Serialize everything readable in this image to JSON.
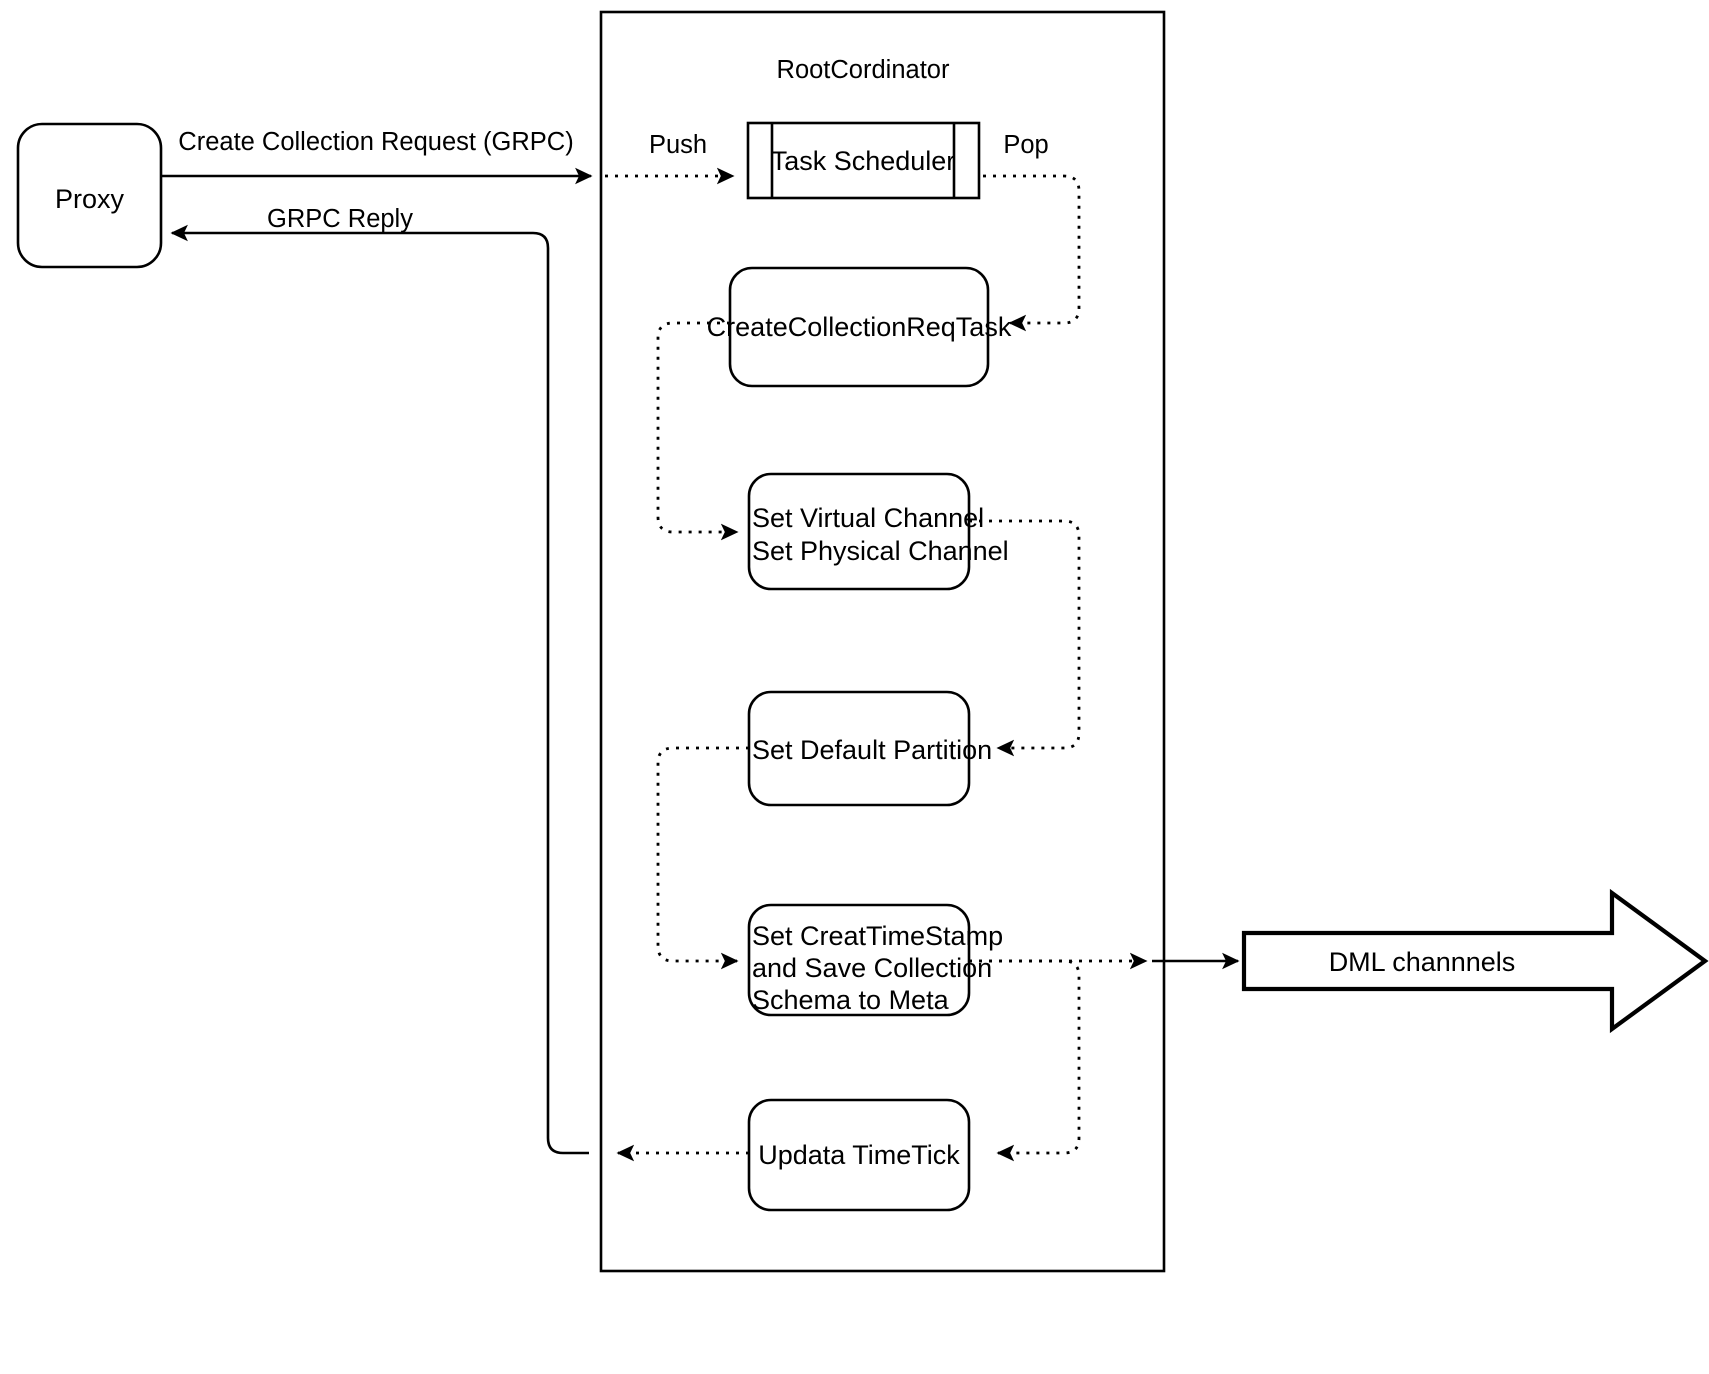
{
  "diagram": {
    "title": "RootCordinator",
    "external_nodes": [
      {
        "id": "proxy",
        "label": "Proxy",
        "shape": "rounded-rect"
      },
      {
        "id": "dml-channels",
        "label": "DML channnels",
        "shape": "right-arrow-callout"
      }
    ],
    "container": {
      "label": "RootCordinator",
      "shape": "rectangle"
    },
    "nodes": [
      {
        "id": "task-scheduler",
        "label": "Task Scheduler",
        "shape": "process-bars"
      },
      {
        "id": "create-collection-req-task",
        "label": "CreateCollectionReqTask",
        "shape": "rounded-rect"
      },
      {
        "id": "set-channels",
        "label_lines": [
          "Set Virtual Channel",
          "Set Physical Channel"
        ],
        "shape": "rounded-rect"
      },
      {
        "id": "set-default-partition",
        "label": "Set Default Partition",
        "shape": "rounded-rect"
      },
      {
        "id": "set-create-timestamp",
        "label_lines": [
          "Set CreatTimeStamp",
          "and Save Collection",
          "Schema to Meta"
        ],
        "shape": "rounded-rect"
      },
      {
        "id": "updata-timetick",
        "label": "Updata TimeTick",
        "shape": "rounded-rect"
      }
    ],
    "edges": [
      {
        "id": "proxy-to-rc",
        "label": "Create Collection Request (GRPC)",
        "style": "solid",
        "from": "proxy",
        "to": "container"
      },
      {
        "id": "rc-to-scheduler",
        "label": "Push",
        "style": "dotted",
        "from": "container",
        "to": "task-scheduler"
      },
      {
        "id": "scheduler-to-task",
        "label": "Pop",
        "style": "dotted",
        "from": "task-scheduler",
        "to": "create-collection-req-task"
      },
      {
        "id": "task-to-channels",
        "label": "",
        "style": "dotted",
        "from": "create-collection-req-task",
        "to": "set-channels"
      },
      {
        "id": "channels-to-partition",
        "label": "",
        "style": "dotted",
        "from": "set-channels",
        "to": "set-default-partition"
      },
      {
        "id": "partition-to-timestamp",
        "label": "",
        "style": "dotted",
        "from": "set-default-partition",
        "to": "set-create-timestamp"
      },
      {
        "id": "timestamp-to-dml",
        "label": "",
        "style": "solid",
        "from": "set-create-timestamp",
        "to": "dml-channels"
      },
      {
        "id": "timestamp-to-timetick",
        "label": "",
        "style": "dotted",
        "from": "set-create-timestamp",
        "to": "updata-timetick"
      },
      {
        "id": "timetick-to-proxy",
        "label": "GRPC Reply",
        "style": "mixed",
        "from": "updata-timetick",
        "to": "proxy"
      }
    ],
    "colors": {
      "stroke": "#000000",
      "fill": "#ffffff",
      "background": "#ffffff"
    }
  }
}
